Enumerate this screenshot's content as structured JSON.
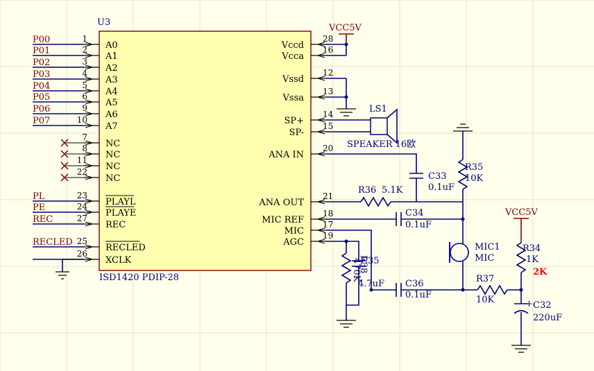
{
  "chip": {
    "ref": "U3",
    "part": "ISD1420 PDIP-28",
    "left_pins": [
      {
        "num": "1",
        "name": "A0",
        "net": "P00"
      },
      {
        "num": "2",
        "name": "A1",
        "net": "P01"
      },
      {
        "num": "3",
        "name": "A2",
        "net": "P02"
      },
      {
        "num": "4",
        "name": "A3",
        "net": "P03"
      },
      {
        "num": "5",
        "name": "A4",
        "net": "P04"
      },
      {
        "num": "6",
        "name": "A5",
        "net": "P05"
      },
      {
        "num": "9",
        "name": "A6",
        "net": "P06"
      },
      {
        "num": "10",
        "name": "A7",
        "net": "P07"
      },
      {
        "num": "7",
        "name": "NC",
        "net": ""
      },
      {
        "num": "8",
        "name": "NC",
        "net": ""
      },
      {
        "num": "11",
        "name": "NC",
        "net": ""
      },
      {
        "num": "22",
        "name": "NC",
        "net": ""
      },
      {
        "num": "23",
        "name": "PLAYL",
        "net": "PL"
      },
      {
        "num": "24",
        "name": "PLAYE",
        "net": "PE"
      },
      {
        "num": "27",
        "name": "REC",
        "net": "REC"
      },
      {
        "num": "25",
        "name": "RECLED",
        "net": "RECLED"
      },
      {
        "num": "26",
        "name": "XCLK",
        "net": ""
      }
    ],
    "right_pins": [
      {
        "num": "28",
        "name": "Vccd"
      },
      {
        "num": "16",
        "name": "Vcca"
      },
      {
        "num": "12",
        "name": "Vssd"
      },
      {
        "num": "13",
        "name": "Vssa"
      },
      {
        "num": "14",
        "name": "SP+"
      },
      {
        "num": "15",
        "name": "SP-"
      },
      {
        "num": "20",
        "name": "ANA IN"
      },
      {
        "num": "21",
        "name": "ANA OUT"
      },
      {
        "num": "18",
        "name": "MIC REF"
      },
      {
        "num": "17",
        "name": "MIC"
      },
      {
        "num": "19",
        "name": "AGC"
      }
    ]
  },
  "power": {
    "top": "VCC5V",
    "right": "VCC5V"
  },
  "components": {
    "ls1": {
      "ref": "LS1",
      "value": "SPEAKER 16欧"
    },
    "c33": {
      "ref": "C33",
      "value": "0.1uF"
    },
    "r36": {
      "ref": "R36",
      "value": "5.1K"
    },
    "r35": {
      "ref": "R35",
      "value": "10K"
    },
    "c34": {
      "ref": "C34",
      "value": "0.1uF"
    },
    "mic1": {
      "ref": "MIC1",
      "value": "MIC"
    },
    "r38": {
      "ref": "R38",
      "value": "470K"
    },
    "c35": {
      "ref": "C35",
      "value": "4.7uF"
    },
    "c36": {
      "ref": "C36",
      "value": "0.1uF"
    },
    "r37": {
      "ref": "R37",
      "value": "10K"
    },
    "r34": {
      "ref": "R34",
      "value": "1K"
    },
    "r34_note": "2K",
    "c32": {
      "ref": "C32",
      "value": "220uF",
      "polarity": "+"
    }
  }
}
